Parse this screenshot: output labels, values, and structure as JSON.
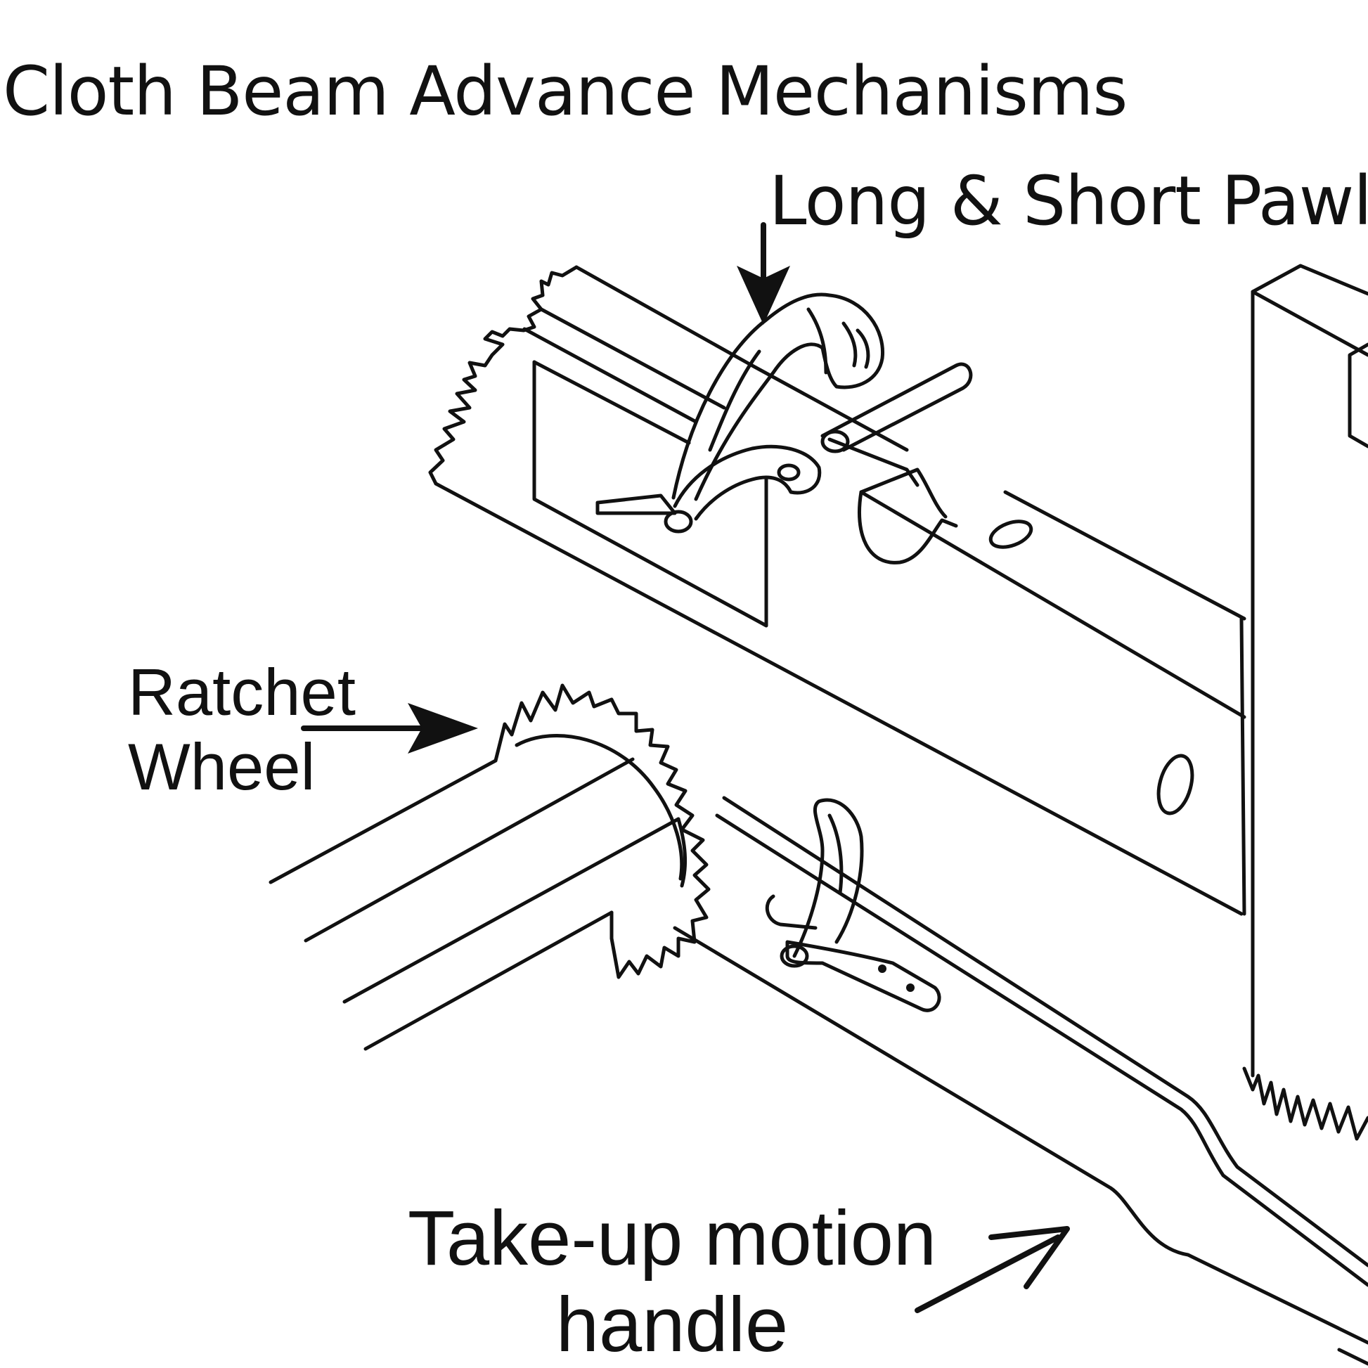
{
  "title": "Cloth Beam Advance Mechanisms",
  "labels": {
    "pawls": "Long & Short Pawls",
    "ratchet_line1": "Ratchet",
    "ratchet_line2": "Wheel",
    "takeup_line1": "Take-up motion",
    "takeup_line2": "handle"
  },
  "colors": {
    "ink": "#111111",
    "background": "#ffffff"
  }
}
